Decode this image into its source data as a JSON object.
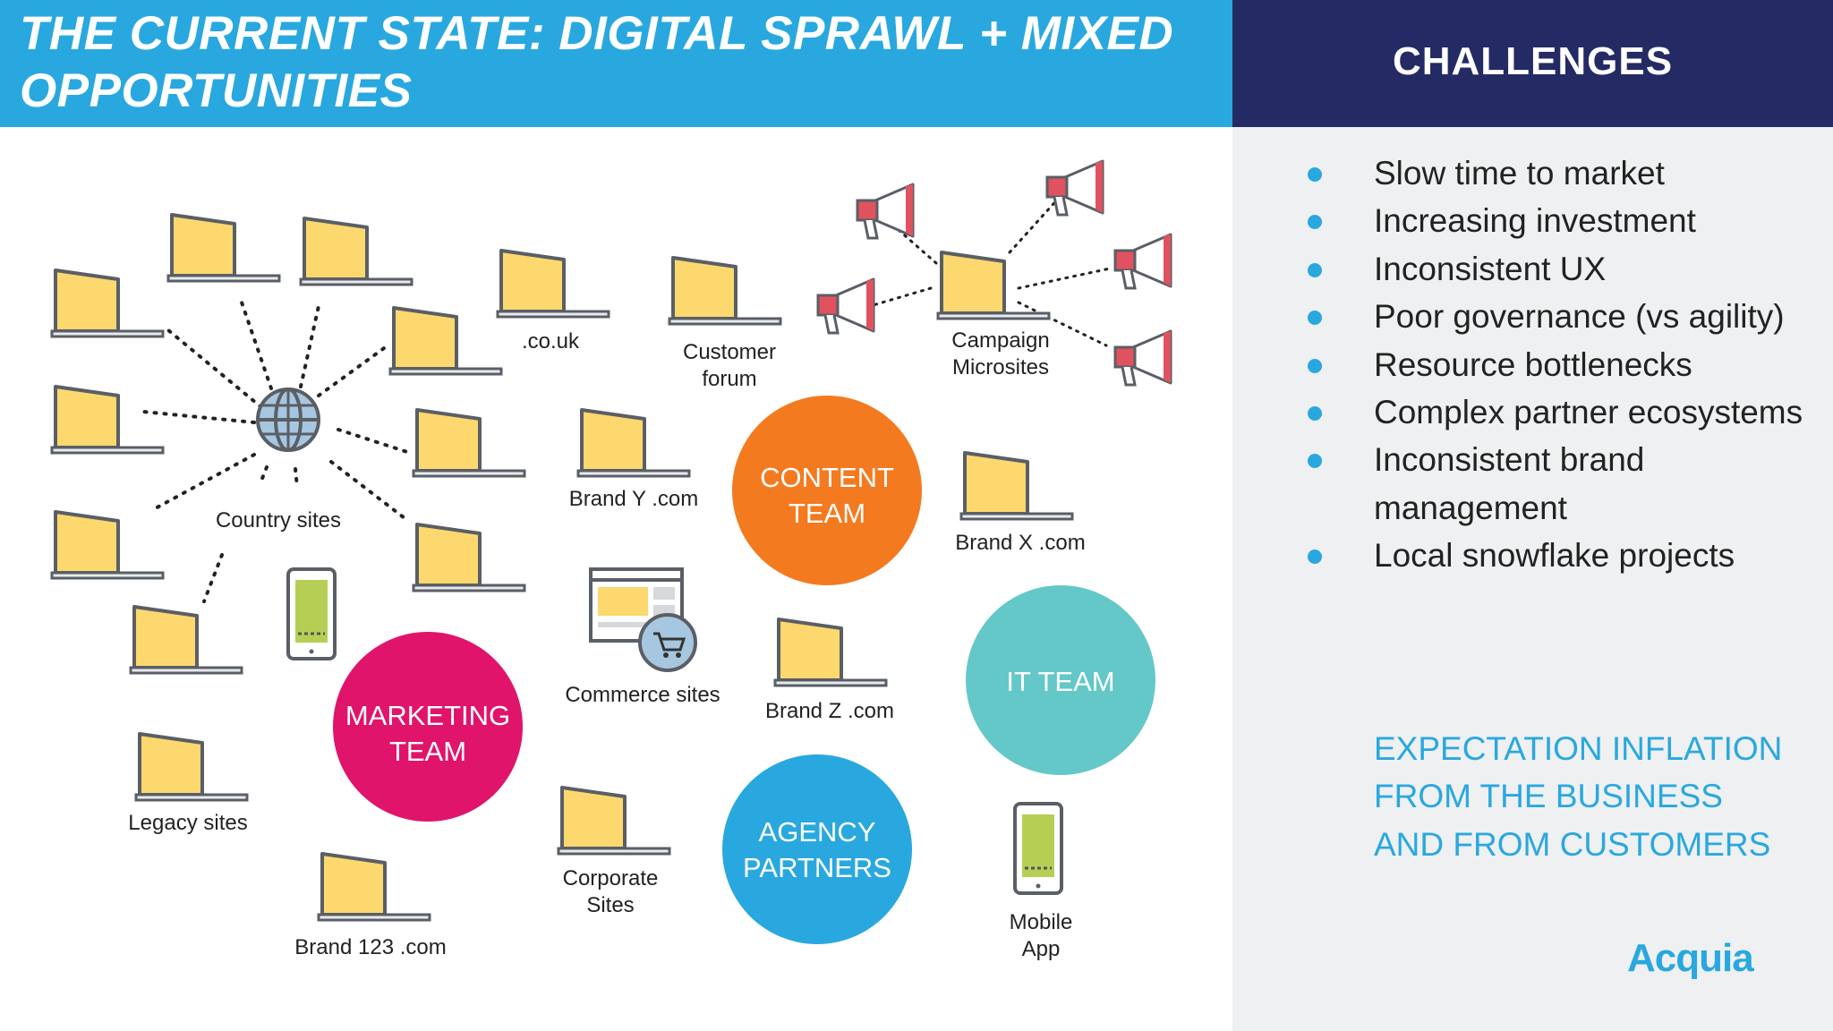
{
  "header": {
    "title_line1": "THE CURRENT STATE: DIGITAL SPRAWL + MIXED",
    "title_line2": "OPPORTUNITIES",
    "challenges_title": "CHALLENGES"
  },
  "challenges": [
    "Slow time to market",
    "Increasing investment",
    "Inconsistent UX",
    "Poor governance (vs agility)",
    "Resource bottlenecks",
    "Complex partner ecosystems",
    "Inconsistent brand management",
    "Local snowflake projects"
  ],
  "expectation": [
    "EXPECTATION INFLATION",
    "FROM THE BUSINESS",
    "AND FROM CUSTOMERS"
  ],
  "logo": "Acquia",
  "colors": {
    "title_bar": "#29a8df",
    "challenges_bar": "#242a63",
    "content_team": "#f47a20",
    "marketing_team": "#e0146a",
    "it_team": "#64c8c8",
    "agency_partners": "#29a8df",
    "screen": "#fcd86e",
    "megaphone": "#e05260"
  },
  "diagram": {
    "labels": {
      "country_sites": "Country sites",
      "co_uk": ".co.uk",
      "customer_forum": [
        "Customer",
        "forum"
      ],
      "campaign_microsites": [
        "Campaign",
        "Microsites"
      ],
      "brand_y": "Brand Y .com",
      "brand_x": "Brand X .com",
      "commerce_sites": "Commerce sites",
      "brand_z": "Brand Z .com",
      "legacy_sites": "Legacy sites",
      "corporate_sites": [
        "Corporate",
        "Sites"
      ],
      "brand_123": "Brand 123 .com",
      "mobile_app": [
        "Mobile",
        "App"
      ]
    },
    "teams": {
      "content_team": [
        "CONTENT",
        "TEAM"
      ],
      "marketing_team": [
        "MARKETING",
        "TEAM"
      ],
      "it_team": [
        "IT TEAM"
      ],
      "agency_partners": [
        "AGENCY",
        "PARTNERS"
      ]
    },
    "icons": {
      "laptop": "laptop-icon",
      "globe": "globe-icon",
      "phone": "mobile-phone-icon",
      "megaphone": "megaphone-icon",
      "cart": "shopping-cart-icon",
      "browser": "browser-window-icon"
    }
  }
}
